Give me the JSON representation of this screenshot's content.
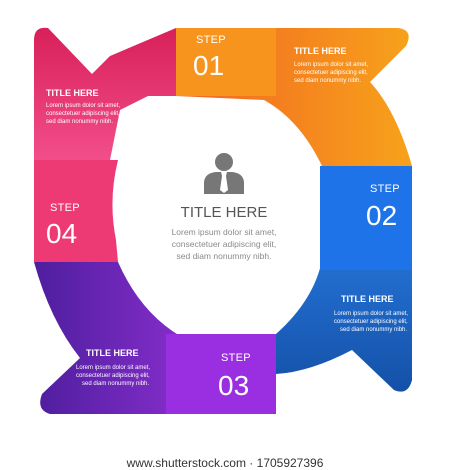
{
  "steps": [
    {
      "label": "STEP",
      "number": "01",
      "title": "TITLE HERE",
      "body": [
        "Lorem ipsum dolor sit amet,",
        "consectetuer adipiscing elit,",
        "sed diam nonummy nibh."
      ]
    },
    {
      "label": "STEP",
      "number": "02",
      "title": "TITLE HERE",
      "body": [
        "Lorem ipsum dolor sit amet,",
        "consectetuer adipiscing elit,",
        "sed diam nonummy nibh."
      ]
    },
    {
      "label": "STEP",
      "number": "03",
      "title": "TITLE HERE",
      "body": [
        "Lorem ipsum dolor sit amet,",
        "consectetuer adipiscing elit,",
        "sed diam nonummy nibh."
      ]
    },
    {
      "label": "STEP",
      "number": "04",
      "title": "TITLE HERE",
      "body": [
        "Lorem ipsum dolor sit amet,",
        "consectetuer adipiscing elit,",
        "sed diam nonummy nibh."
      ]
    }
  ],
  "center": {
    "icon": "person-icon",
    "title": "TITLE HERE",
    "body": [
      "Lorem ipsum dolor sit amet,",
      "consectetuer adipiscing elit,",
      "sed diam nonummy nibh."
    ]
  },
  "watermark": "www.shutterstock.com · 1705927396",
  "colors": {
    "orange": "#F7941D",
    "orange_dark": "#F26522",
    "blue": "#1E73E8",
    "blue_dark": "#1557B0",
    "purple": "#8E2CE0",
    "purple_dark": "#5B1FA8",
    "pink": "#EC2E6E",
    "pink_dark": "#D1144D",
    "center": "#FFFFFF",
    "icon": "#777777"
  }
}
